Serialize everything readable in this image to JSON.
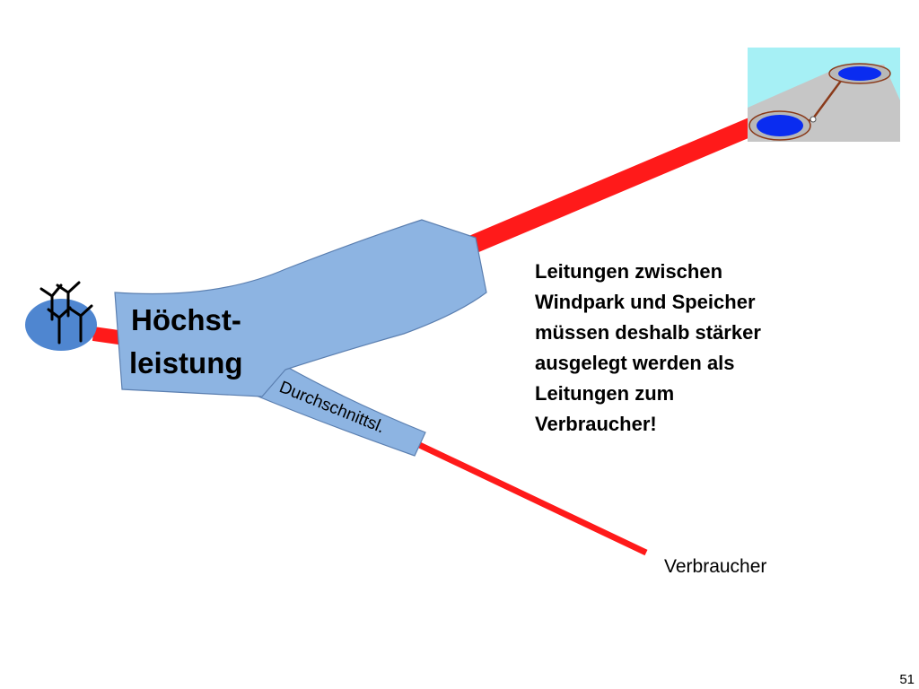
{
  "slide": {
    "peak_label_line1": "Höchst-",
    "peak_label_line2": "leistung",
    "average_label": "Durchschnittsl.",
    "consumer_label": "Verbraucher",
    "note_lines": [
      "Leitungen zwischen",
      "Windpark und Speicher",
      "müssen deshalb stärker",
      "ausgelegt werden als",
      "Leitungen zum",
      "Verbraucher!"
    ],
    "page_number": "51"
  },
  "colors": {
    "line_red": "#ff1a1a",
    "flow_blue": "#8db4e2",
    "flow_blue_border": "#5b7fb0",
    "windpark_circle": "#4f86d0",
    "reservoir_water": "#0a2cf0",
    "sky": "#a6f0f5",
    "mountain": "#c6c6c6"
  },
  "icons": {
    "windpark": "wind-turbine-icon",
    "storage": "pumped-storage-icon"
  }
}
